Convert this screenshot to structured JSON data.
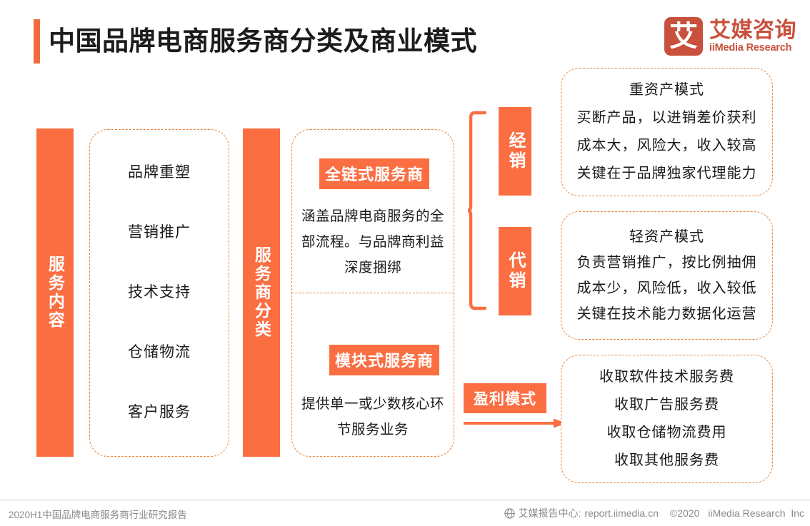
{
  "header": {
    "title": "中国品牌电商服务商分类及商业模式",
    "accent_color": "#F26B3E"
  },
  "logo": {
    "mark_glyph": "艾",
    "name_cn": "艾媒咨询",
    "name_en": "iiMedia Research",
    "color": "#C9503C"
  },
  "columns": {
    "service_content": {
      "bar_label": "服务内容",
      "items": [
        "品牌重塑",
        "营销推广",
        "技术支持",
        "仓储物流",
        "客户服务"
      ]
    },
    "provider_type": {
      "bar_label": "服务商分类",
      "groups": [
        {
          "badge": "全链式服务商",
          "description": "涵盖品牌电商服务的全部流程。与品牌商利益深度捆绑"
        },
        {
          "badge": "模块式服务商",
          "description": "提供单一或少数核心环节服务业务"
        }
      ]
    }
  },
  "mode_labels": {
    "distribution": "经销",
    "agency": "代销",
    "profit_model": "盈利模式"
  },
  "right_boxes": {
    "heavy_asset": {
      "title": "重资产模式",
      "lines": [
        "买断产品，以进销差价获利",
        "成本大，风险大，收入较高",
        "关键在于品牌独家代理能力"
      ]
    },
    "light_asset": {
      "title": "轻资产模式",
      "lines": [
        "负责营销推广，按比例抽佣",
        "成本少，风险低，收入较低",
        "关键在技术能力数据化运营"
      ]
    },
    "fees": {
      "lines": [
        "收取软件技术服务费",
        "收取广告服务费",
        "收取仓储物流费用",
        "收取其他服务费"
      ]
    }
  },
  "footer": {
    "left": "2020H1中国品牌电商服务商行业研究报告",
    "report_center": "艾媒报告中心:",
    "url": "report.iimedia.cn",
    "copyright": "©2020",
    "company": "iiMedia Research  Inc"
  },
  "theme": {
    "orange": "#FB6E42",
    "dash_orange": "#E8853C",
    "text_dark": "#1a1a1a",
    "footer_gray": "#8a8a8a"
  }
}
